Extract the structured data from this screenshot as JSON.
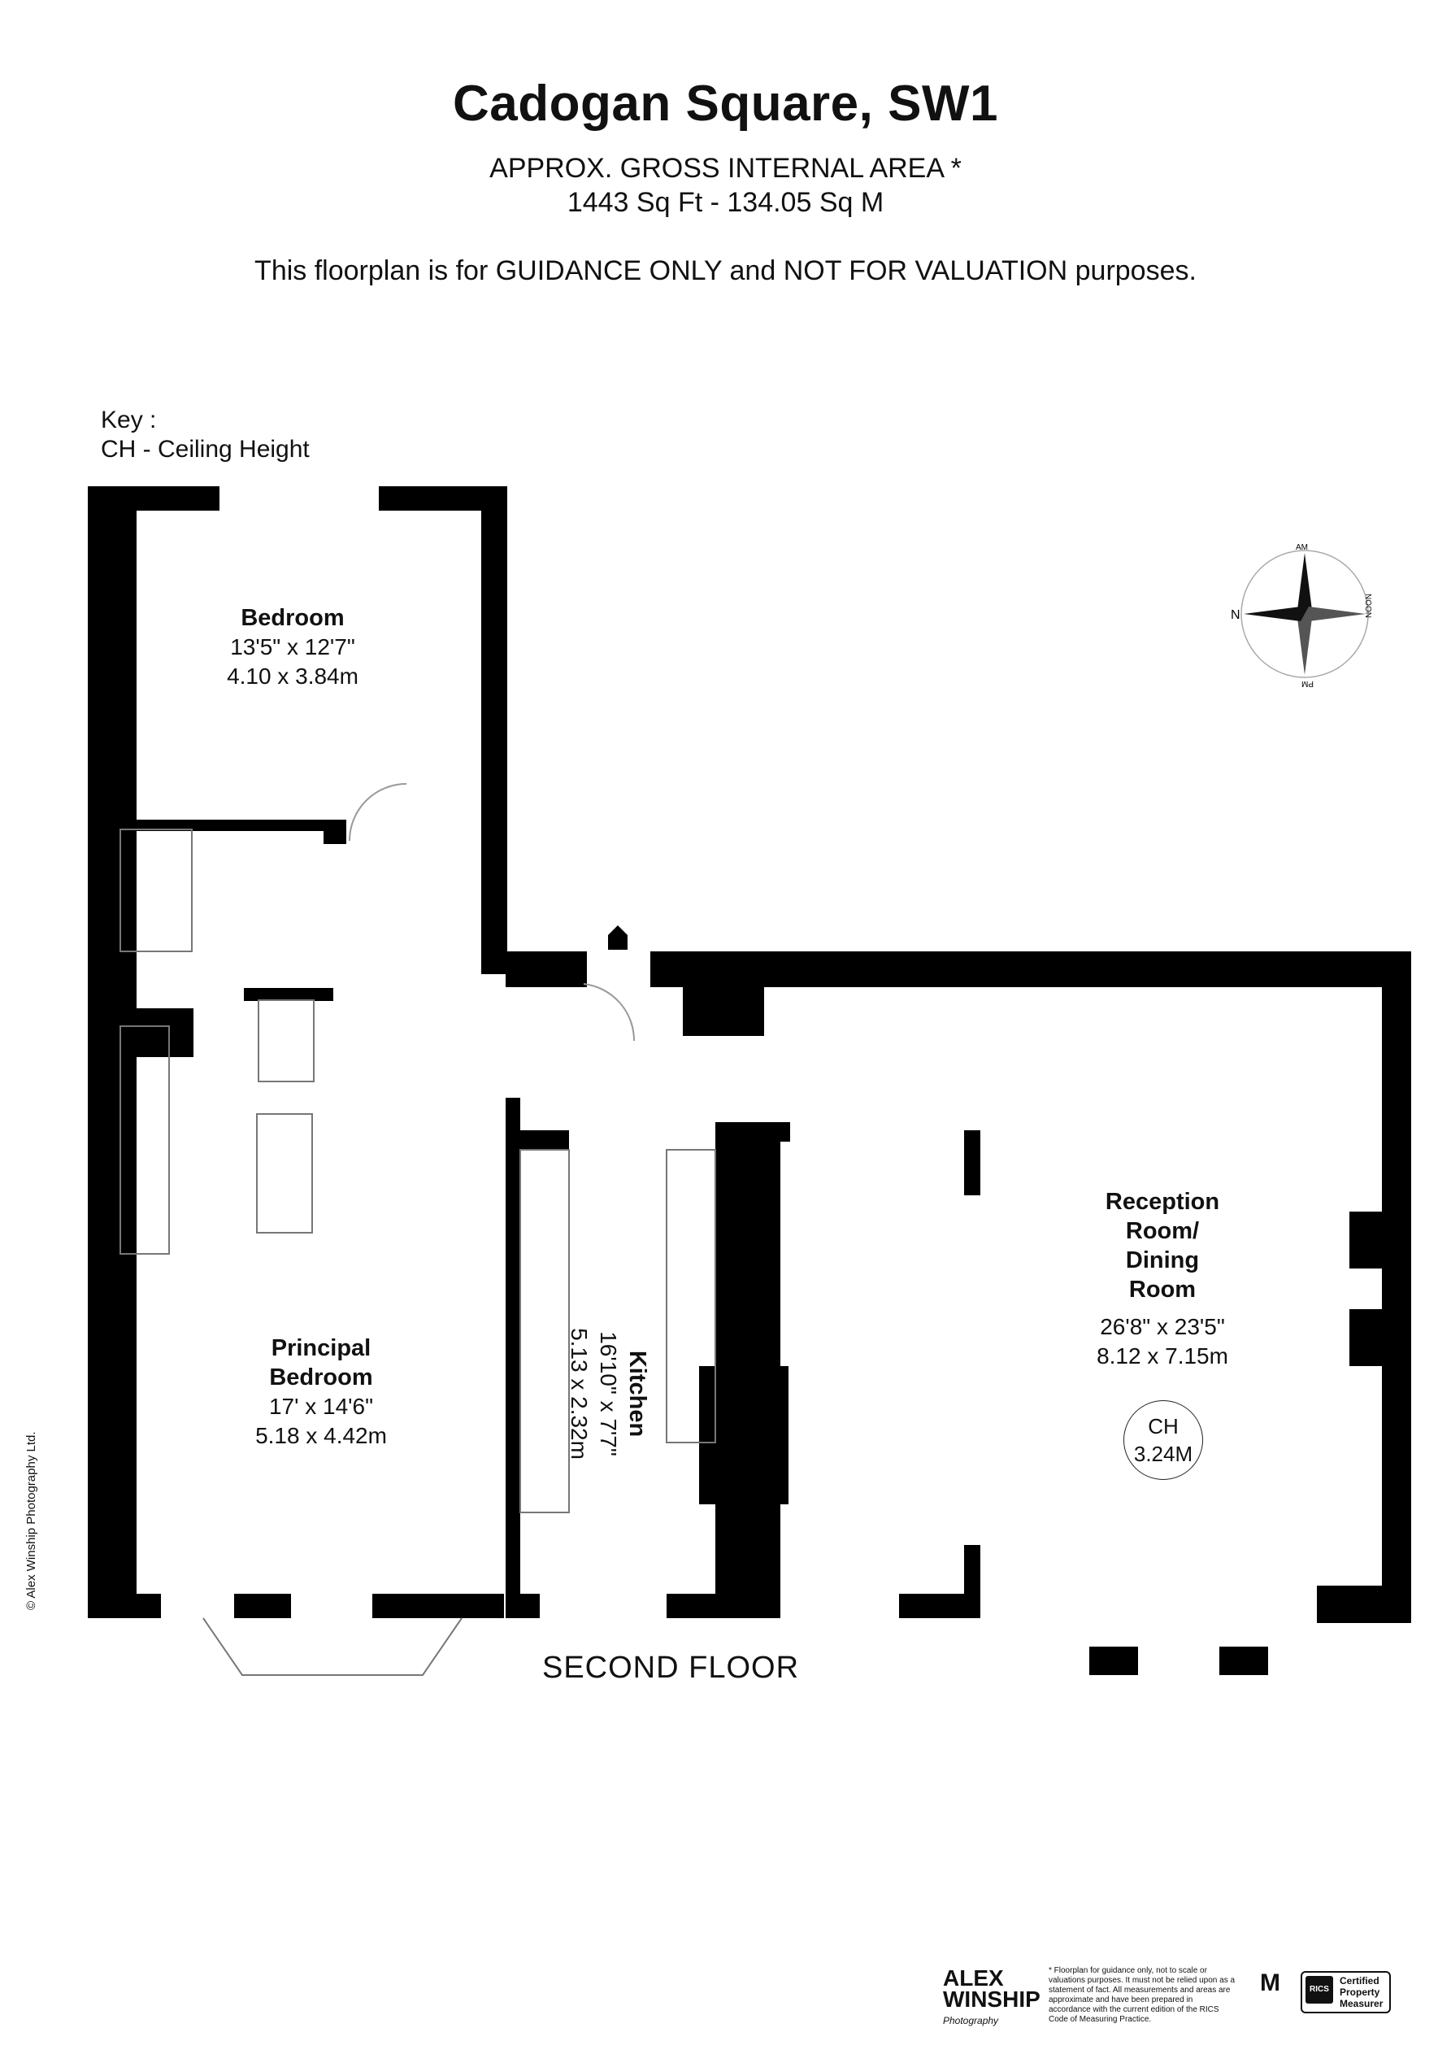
{
  "header": {
    "title": "Cadogan Square, SW1",
    "area_line1": "APPROX. GROSS INTERNAL  AREA *",
    "area_line2": "1443 Sq Ft  -  134.05 Sq M",
    "disclaimer": "This floorplan is for GUIDANCE ONLY and NOT FOR VALUATION purposes."
  },
  "key": {
    "label": "Key :",
    "ch": "CH - Ceiling Height"
  },
  "rooms": {
    "bedroom": {
      "name": "Bedroom",
      "imperial": "13'5\" x 12'7\"",
      "metric": "4.10 x 3.84m"
    },
    "principal": {
      "name1": "Principal",
      "name2": "Bedroom",
      "imperial": "17' x 14'6\"",
      "metric": "5.18 x 4.42m"
    },
    "kitchen": {
      "name": "Kitchen",
      "imperial": "16'10\" x 7'7\"",
      "metric": "5.13 x 2.32m"
    },
    "reception": {
      "name1": "Reception",
      "name2": "Room/",
      "name3": "Dining",
      "name4": "Room",
      "imperial": "26'8\" x 23'5\"",
      "metric": "8.12 x 7.15m",
      "ch_label": "CH",
      "ch_value": "3.24M"
    }
  },
  "floor_label": "SECOND FLOOR",
  "compass": {
    "n": "N",
    "am": "AM",
    "noon": "NOON",
    "pm": "PM"
  },
  "footer": {
    "copyright": "© Alex Winship Photography Ltd.",
    "logo_line1": "ALEX",
    "logo_line2": "WINSHIP",
    "logo_sub": "Photography",
    "fine_print": "* Floorplan for guidance only, not to scale or valuations purposes. It must not be relied upon as a statement of fact. All measurements and areas are approximate and have been prepared in accordance with the current edition of the RICS Code of Measuring Practice.",
    "cert_line1": "Certified",
    "cert_line2": "Property",
    "cert_line3": "Measurer",
    "rics": "RICS"
  }
}
